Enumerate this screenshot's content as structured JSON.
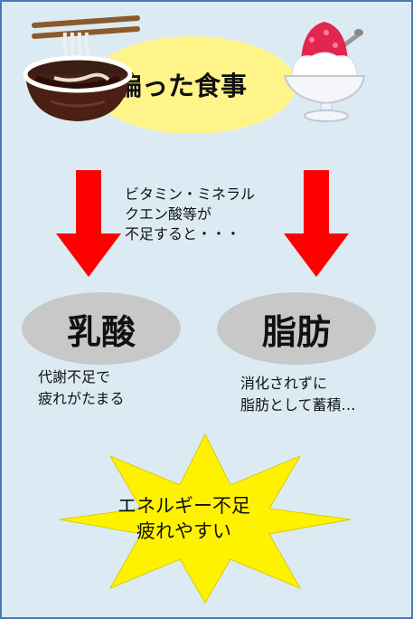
{
  "title": "偏った食事",
  "note": "ビタミン・ミネラル\nクエン酸等が\n不足すると・・・",
  "left": {
    "label": "乳酸",
    "description": "代謝不足で\n疲れがたまる"
  },
  "right": {
    "label": "脂肪",
    "description": "消化されずに\n脂肪として蓄積…"
  },
  "result": "エネルギー不足\n　疲れやすい",
  "icons": [
    "noodle-bowl-icon",
    "shaved-ice-icon",
    "down-arrow-icon"
  ],
  "colors": {
    "background": "#dcebf3",
    "border": "#4a78b5",
    "title_ellipse": "#fff48a",
    "arrow": "#ff0000",
    "pill": "#c8c8c8",
    "star": "#fff200"
  }
}
